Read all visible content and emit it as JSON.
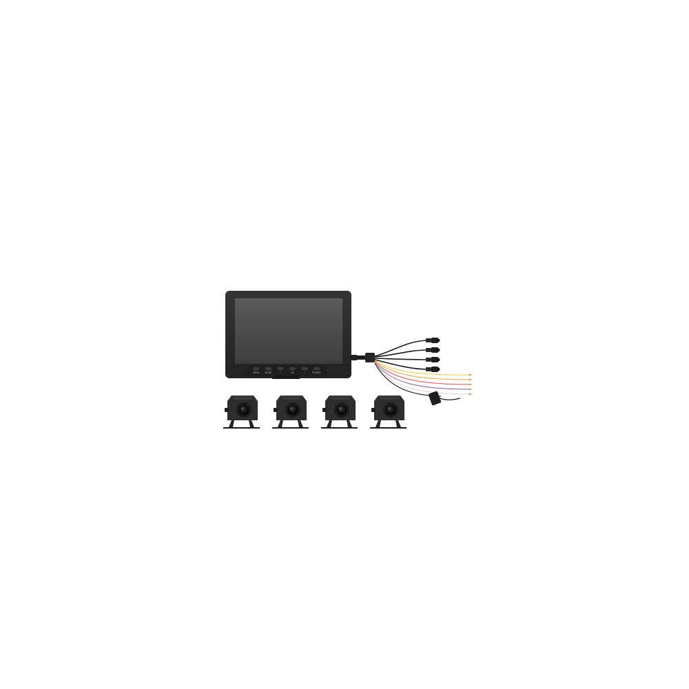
{
  "colors": {
    "background": "#ffffff",
    "monitor_body": "#2b2b2b",
    "screen": "#4a4a4a",
    "camera_body": "#2e2e2e",
    "wire_black": "#1a1a1a",
    "wire_yellow": "#f2c94c",
    "wire_orange": "#e8a33a",
    "wire_red": "#d9534f",
    "wire_purple": "#8a5aa8",
    "wire_white": "#e8e8e8"
  },
  "monitor": {
    "buttons": [
      {
        "label": "MENU",
        "icon": "menu-button-icon"
      },
      {
        "label": "MODE",
        "icon": "mode-button-icon"
      },
      {
        "label": "−",
        "icon": "down-button-icon"
      },
      {
        "label": "OK",
        "icon": "ok-button-icon"
      },
      {
        "label": "+",
        "icon": "up-button-icon"
      },
      {
        "label": "POWER",
        "icon": "power-button-icon"
      }
    ]
  },
  "harness": {
    "connectors": [
      "aviation-connector",
      "aviation-connector",
      "aviation-connector",
      "aviation-connector"
    ],
    "wire_colors": [
      "wire_yellow",
      "wire_orange",
      "wire_red",
      "wire_purple",
      "wire_white",
      "wire_black"
    ]
  },
  "cameras": [
    {
      "icon": "camera-icon"
    },
    {
      "icon": "camera-icon"
    },
    {
      "icon": "camera-icon"
    },
    {
      "icon": "camera-icon"
    }
  ]
}
